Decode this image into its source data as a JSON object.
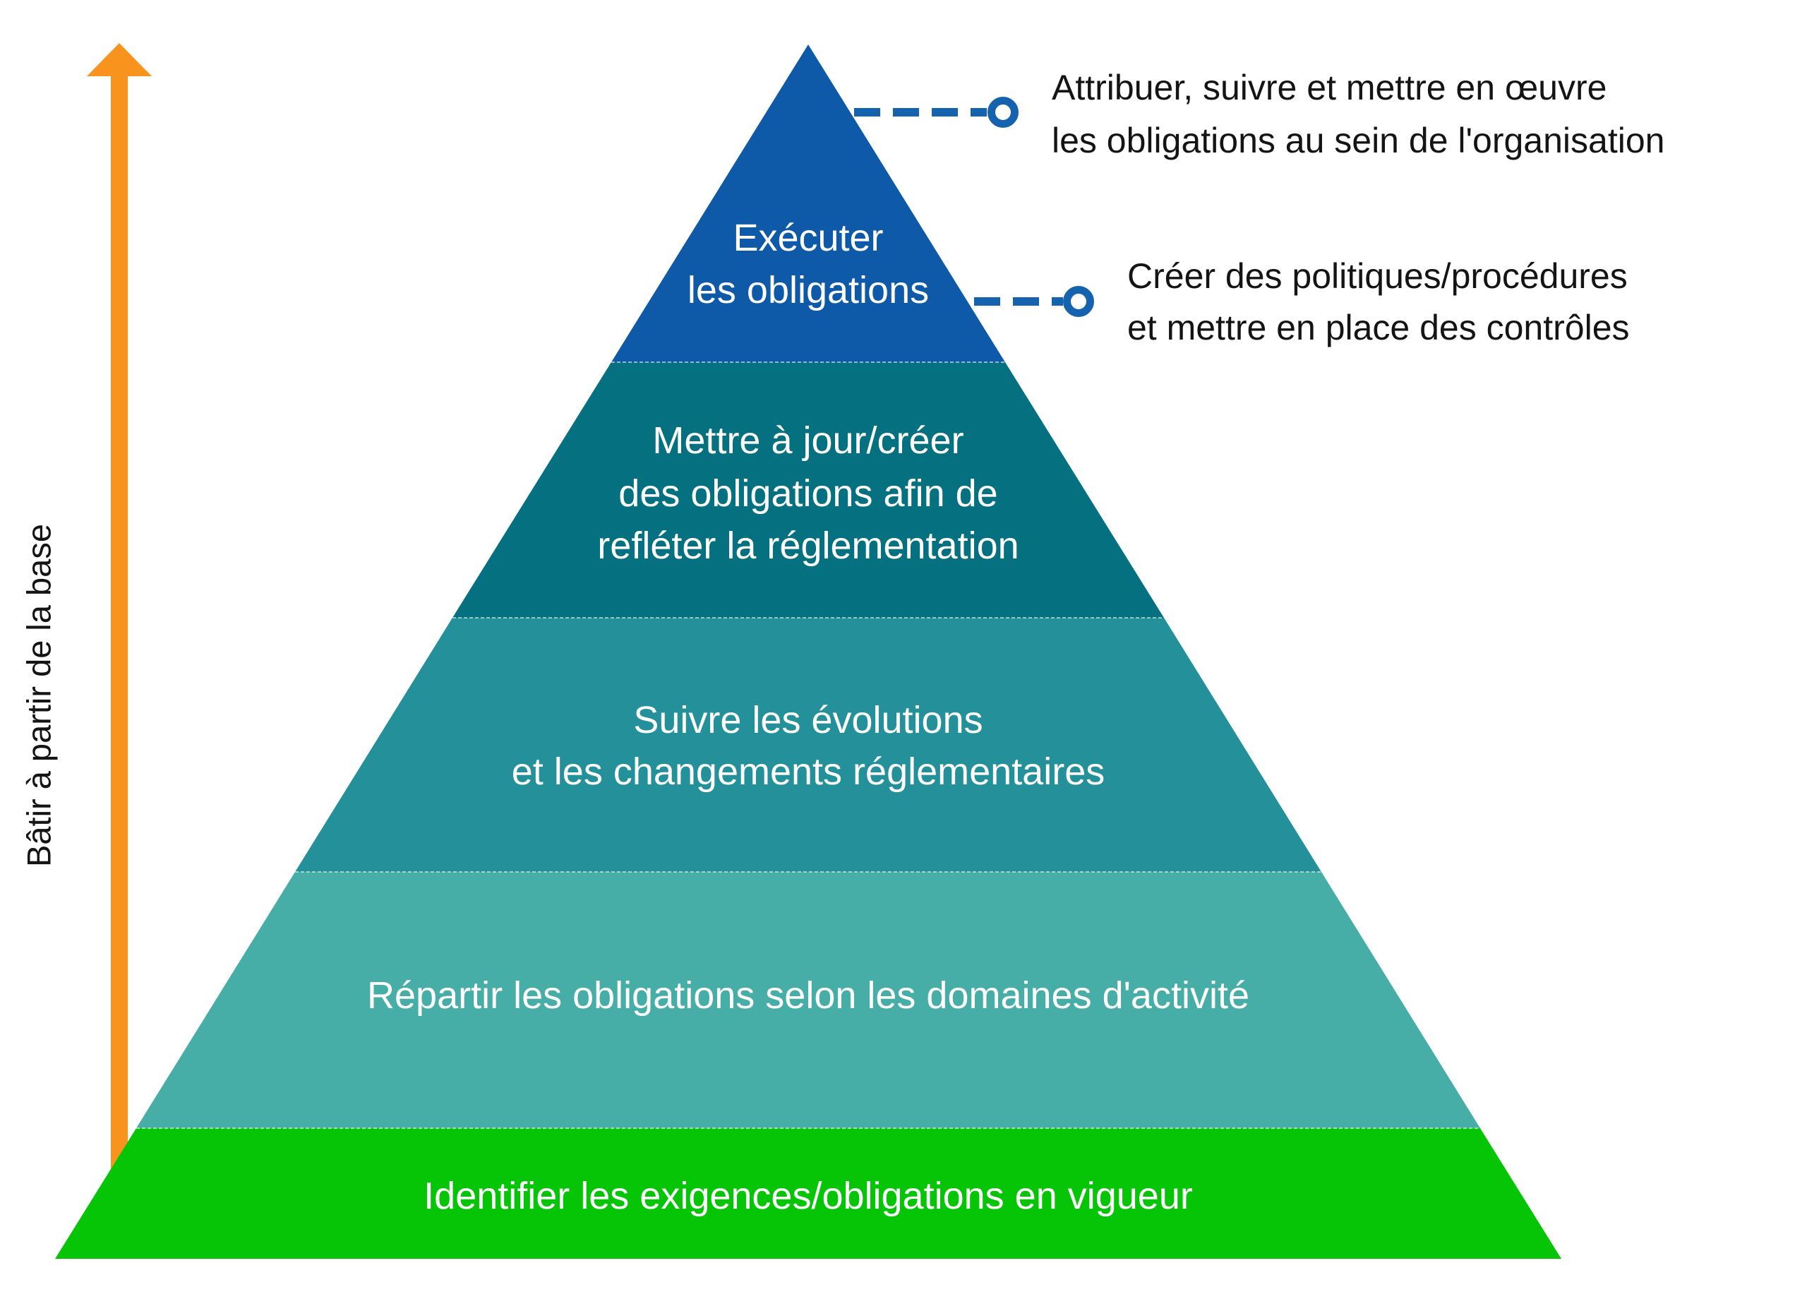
{
  "axis": {
    "label": "Bâtir à partir de la base",
    "arrow_color": "#F8941E"
  },
  "connector": {
    "color": "#1563AE"
  },
  "pyramid": {
    "levels": [
      {
        "name": "executer-les-obligations",
        "color": "#0E59A8",
        "lines": [
          "Exécuter",
          "les obligations"
        ]
      },
      {
        "name": "mettre-a-jour-creer",
        "color": "#05707F",
        "lines": [
          "Mettre à jour/créer",
          "des obligations afin de",
          "refléter la réglementation"
        ]
      },
      {
        "name": "suivre-les-evolutions",
        "color": "#24909A",
        "lines": [
          "Suivre les évolutions",
          "et les changements réglementaires"
        ]
      },
      {
        "name": "repartir-les-obligations",
        "color": "#47ADA7",
        "lines": [
          "Répartir les obligations selon les domaines d'activité"
        ]
      },
      {
        "name": "identifier-les-exigences",
        "color": "#06C506",
        "lines": [
          "Identifier les exigences/obligations en vigueur"
        ]
      }
    ]
  },
  "annotations": [
    {
      "name": "annotation-attribuer",
      "lines": [
        "Attribuer, suivre et mettre en œuvre",
        "les obligations au sein de l'organisation"
      ]
    },
    {
      "name": "annotation-creer-politiques",
      "lines": [
        "Créer des politiques/procédures",
        "et mettre en place des contrôles"
      ]
    }
  ]
}
